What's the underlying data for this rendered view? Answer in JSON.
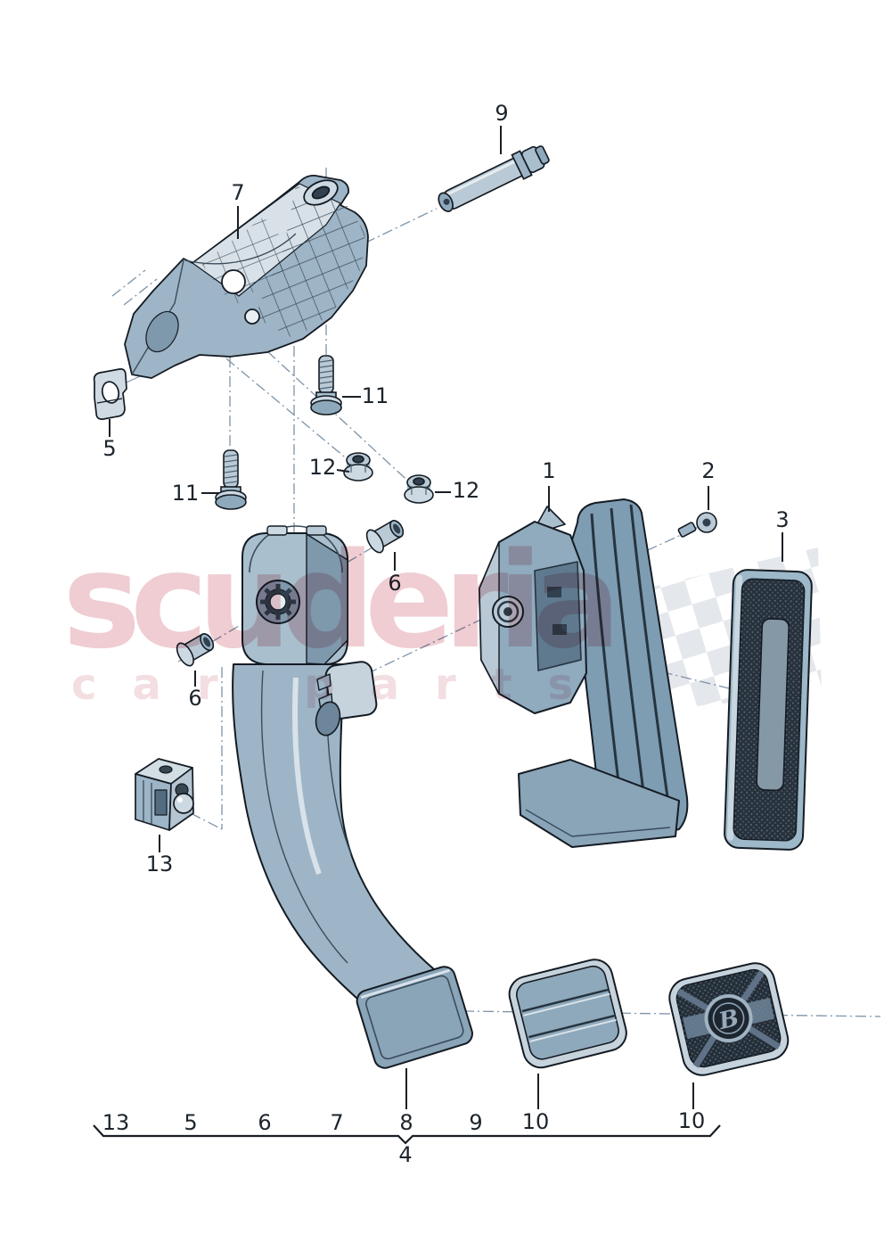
{
  "watermark": {
    "line1": "scuderia",
    "line2": "car parts"
  },
  "badge_letter": "B",
  "callouts": {
    "pin": "9",
    "bracket": "7",
    "bolt_upper": "11",
    "clip_plate": "5",
    "bolt_lower": "11",
    "nut_left": "12",
    "nut_right": "12",
    "bushing_upper": "6",
    "bushing_lower": "6",
    "accelerator": "1",
    "screw": "2",
    "cover": "3",
    "retainer_clip": "13"
  },
  "legend": {
    "items": [
      "13",
      "5",
      "6",
      "7",
      "8",
      "9",
      "10",
      "10"
    ],
    "brace_label": "4"
  },
  "colors": {
    "background": "#ffffff",
    "part_fill": "#9db5c6",
    "part_light": "#cdd9e2",
    "part_dark": "#31404e",
    "construction_line": "#7d93a8",
    "label_text": "#1d242c",
    "watermark_pink": "#e2a3ad",
    "checker_gray": "#dfe3e8"
  }
}
